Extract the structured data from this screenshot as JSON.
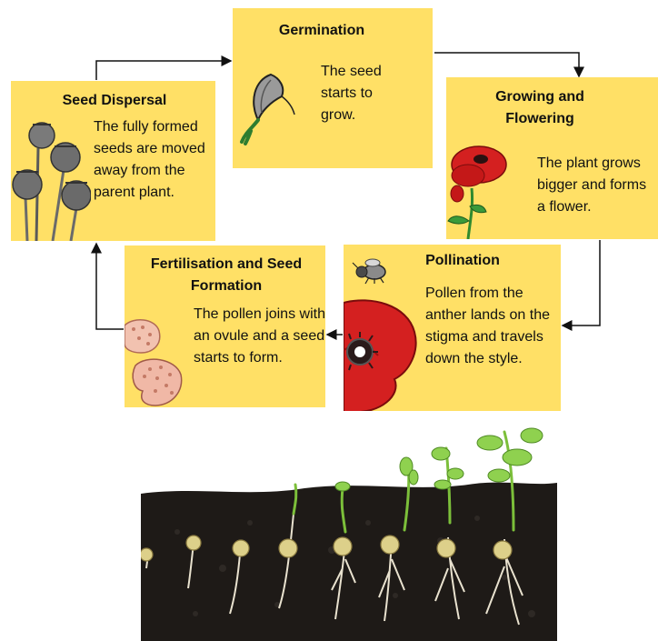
{
  "stages": {
    "germination": {
      "title": "Germination",
      "description": "The seed starts to grow."
    },
    "growing": {
      "title": "Growing and Flowering",
      "description": "The plant grows bigger and forms a flower."
    },
    "pollination": {
      "title": "Pollination",
      "description": "Pollen from the anther lands on the stigma and travels down the style."
    },
    "fertilisation": {
      "title": "Fertilisation and Seed Formation",
      "description": "The pollen joins with an ovule and a seed starts to form."
    },
    "dispersal": {
      "title": "Seed Dispersal",
      "description": "The fully formed seeds are moved away from the parent plant."
    }
  },
  "colors": {
    "box": "#ffe066",
    "arrow": "#111111",
    "poppy_red": "#d42020",
    "soil": "#1e1a17"
  },
  "icons": [
    "seedling-icon",
    "poppy-flower-icon",
    "bee-icon",
    "poppy-petal-icon",
    "pollen-grain-icon",
    "poppy-seed-head-icon"
  ]
}
